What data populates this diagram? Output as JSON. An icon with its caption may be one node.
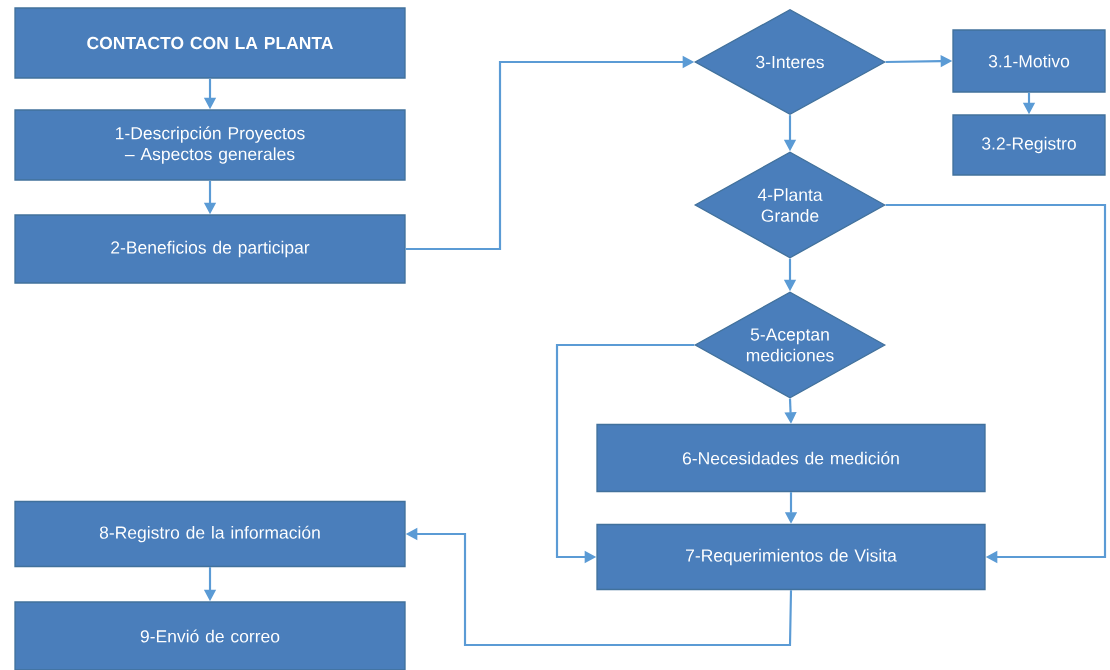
{
  "diagram": {
    "nodes": [
      {
        "text": [
          "CONTACTO CON LA PLANTA"
        ]
      },
      {
        "text": [
          "1-Descripción Proyectos – Aspectos generales"
        ]
      },
      {
        "text": [
          "2-Beneficios de participar"
        ]
      },
      {
        "text": [
          "3-Interes"
        ]
      },
      {
        "text": [
          "3.1-Motivo"
        ]
      },
      {
        "text": [
          "3.2-Registro"
        ]
      },
      {
        "text": [
          "4-Planta Grande"
        ]
      },
      {
        "text": [
          "5-Aceptan mediciones"
        ]
      },
      {
        "text": [
          "6-Necesidades de medición"
        ]
      },
      {
        "text": [
          "7-Requerimientos de Visita"
        ]
      },
      {
        "text": [
          "8-Registro de la información"
        ]
      },
      {
        "text": [
          "9-Envió de correo"
        ]
      }
    ],
    "edges": [
      {
        "from": 0,
        "to": 1,
        "arrow": "to"
      },
      {
        "from": 1,
        "to": 2,
        "arrow": "to"
      },
      {
        "from": 2,
        "to": 3,
        "arrow": "to"
      },
      {
        "from": 3,
        "to": 4,
        "arrow": "to"
      },
      {
        "from": 4,
        "to": 5,
        "arrow": "to"
      },
      {
        "from": 3,
        "to": 6,
        "arrow": "to"
      },
      {
        "from": 6,
        "to": 9,
        "arrow": "to"
      },
      {
        "from": 6,
        "to": 7,
        "arrow": "to"
      },
      {
        "from": 7,
        "to": 8,
        "arrow": "to"
      },
      {
        "from": 7,
        "to": 9,
        "arrow": "to"
      },
      {
        "from": 8,
        "to": 9,
        "arrow": "to"
      },
      {
        "from": 9,
        "to": 10,
        "arrow": "to"
      },
      {
        "from": 10,
        "to": 11,
        "arrow": "to"
      }
    ]
  }
}
